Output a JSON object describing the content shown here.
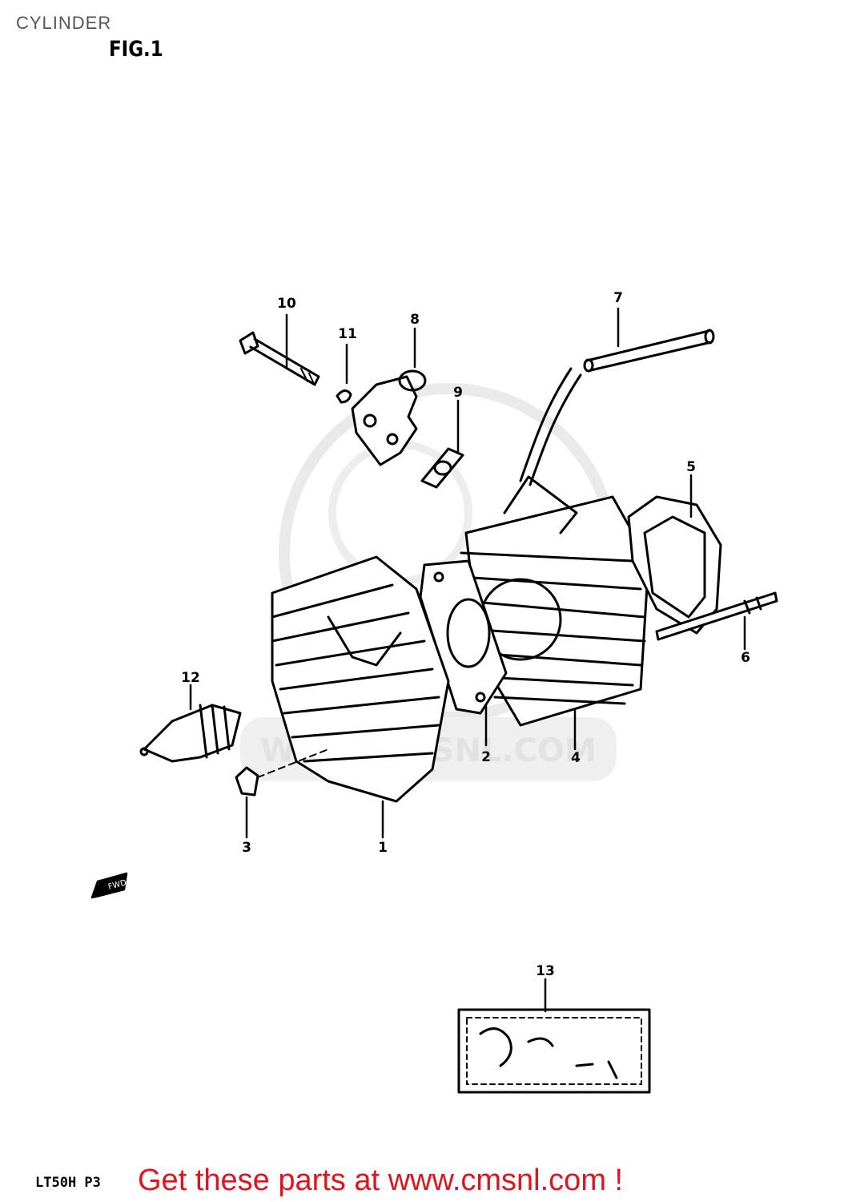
{
  "page": {
    "title": "CYLINDER",
    "figure_label": "FIG.1",
    "model_code": "LT50H P3",
    "cta": "Get these parts at www.cmsnl.com !"
  },
  "watermark": {
    "text": "WWW.CMSNL.COM"
  },
  "callouts": {
    "c1": "1",
    "c2": "2",
    "c3": "3",
    "c4": "4",
    "c5": "5",
    "c6": "6",
    "c7": "7",
    "c8": "8",
    "c9": "9",
    "c10": "10",
    "c11": "11",
    "c12": "12",
    "c13": "13"
  },
  "fwd_marker": "FWD",
  "colors": {
    "cta": "#e0141e",
    "lines": "#000000",
    "watermark": "#d9d9d9"
  }
}
